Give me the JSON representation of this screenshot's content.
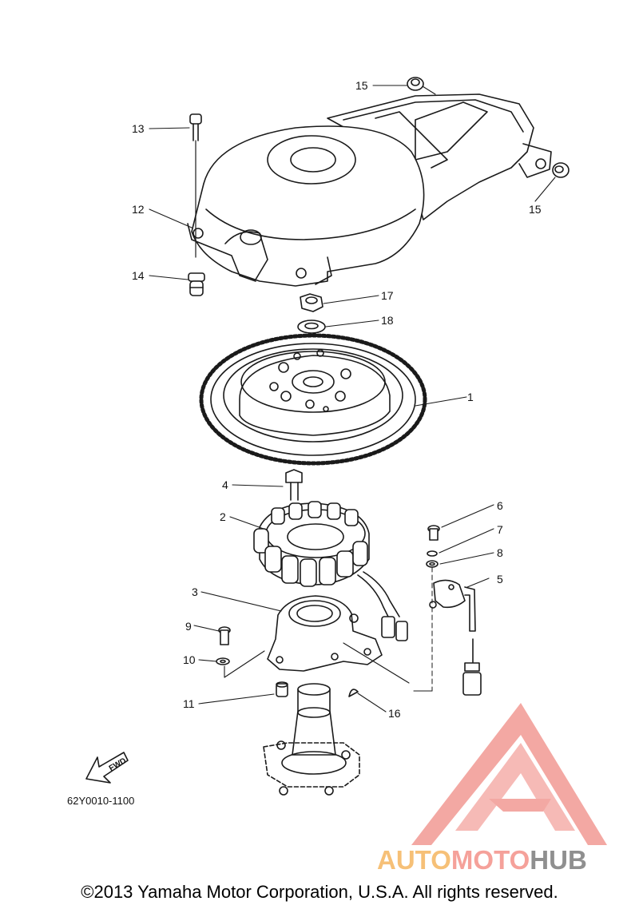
{
  "callouts": {
    "c1": "1",
    "c2": "2",
    "c3": "3",
    "c4": "4",
    "c5": "5",
    "c6": "6",
    "c7": "7",
    "c8": "8",
    "c9": "9",
    "c10": "10",
    "c11": "11",
    "c12": "12",
    "c13": "13",
    "c14": "14",
    "c15a": "15",
    "c15b": "15",
    "c16": "16",
    "c17": "17",
    "c18": "18"
  },
  "arrow_label": "FWD",
  "diagram_code": "62Y0010-1100",
  "watermark": {
    "part1": "AUTO",
    "part2": "MOTO",
    "part3": "HUB"
  },
  "copyright": "©2013 Yamaha Motor Corporation, U.S.A. All rights reserved.",
  "colors": {
    "line": "#1a1a1a",
    "logo_pink": "#f29a93",
    "auto_orange": "#f6c077",
    "moto_pink": "#f5a19a",
    "hub_gray": "#8f8f8f"
  }
}
